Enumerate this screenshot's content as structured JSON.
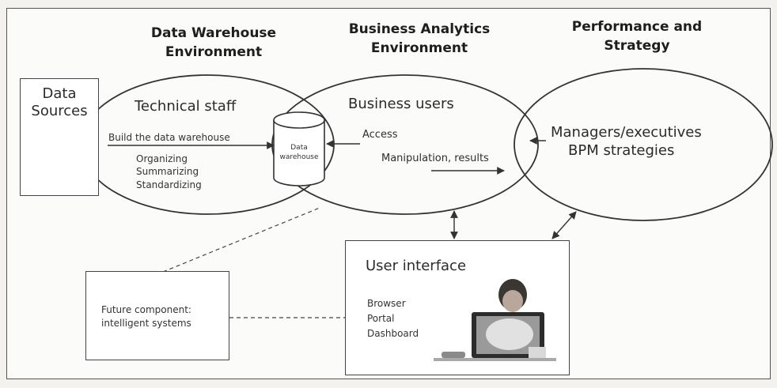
{
  "headers": {
    "dw": [
      "Data Warehouse",
      "Environment"
    ],
    "ba": [
      "Business Analytics",
      "Environment"
    ],
    "ps": [
      "Performance and",
      "Strategy"
    ]
  },
  "sources": [
    "Data",
    "Sources"
  ],
  "dw_env": {
    "title": "Technical staff",
    "build": "Build the data warehouse",
    "tasks": [
      "Organizing",
      "Summarizing",
      "Standardizing"
    ]
  },
  "warehouse": [
    "Data",
    "warehouse"
  ],
  "ba_env": {
    "title": "Business users",
    "access": "Access",
    "manipulation": "Manipulation, results"
  },
  "ps_env": {
    "line1": "Managers/executives",
    "line2": "BPM strategies"
  },
  "ui": {
    "title": "User interface",
    "items": [
      "Browser",
      "Portal",
      "Dashboard"
    ]
  },
  "future": [
    "Future component:",
    "intelligent systems"
  ]
}
